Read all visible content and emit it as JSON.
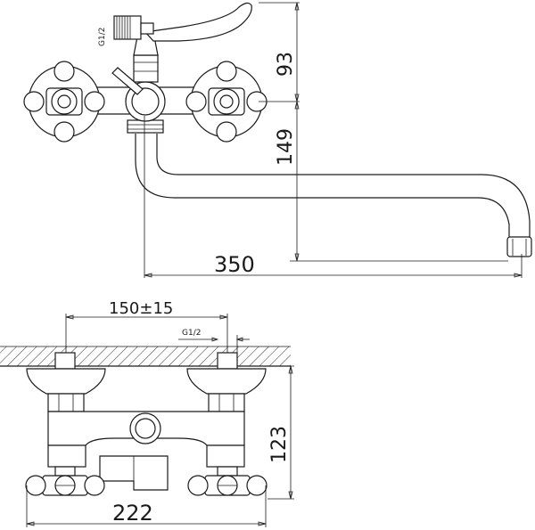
{
  "top_view": {
    "dim_height_upper": "93",
    "dim_height_lower": "149",
    "dim_spout_length": "350",
    "thread_label": "G1/2"
  },
  "front_view": {
    "dim_center_distance": "150±15",
    "thread_label": "G1/2",
    "dim_height": "123",
    "dim_width": "222"
  }
}
